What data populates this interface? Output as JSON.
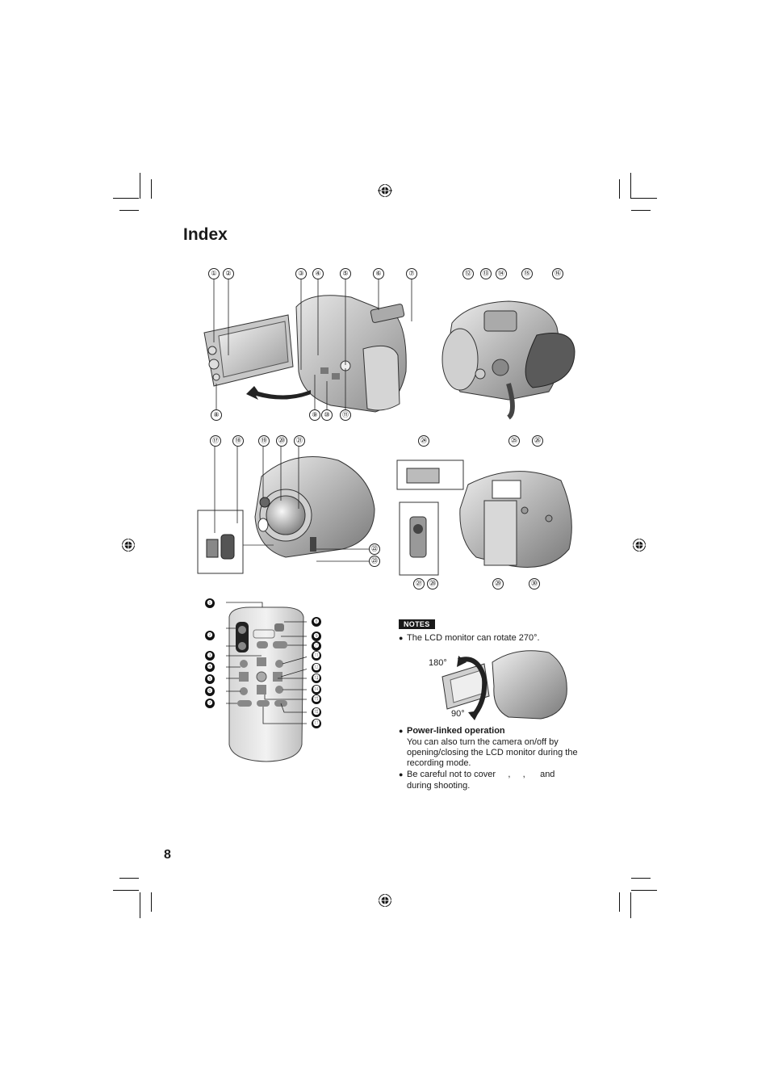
{
  "page": {
    "title": "Index",
    "page_number": "8"
  },
  "camera_top": {
    "labels_top": [
      "①",
      "②",
      "③",
      "④",
      "⑤",
      "⑥",
      "⑦"
    ],
    "labels_bottom": [
      "⑧",
      "⑨",
      "⑩",
      "⑪"
    ]
  },
  "camera_side": {
    "labels_top": [
      "⑫",
      "⑬",
      "⑭",
      "⑮",
      "⑯"
    ]
  },
  "camera_front": {
    "labels_top": [
      "⑰",
      "⑱",
      "⑲",
      "⑳",
      "㉑"
    ],
    "labels_right": [
      "㉒",
      "㉓"
    ]
  },
  "camera_bottom": {
    "labels_top": [
      "㉔",
      "㉕",
      "㉖"
    ],
    "labels_bottom": [
      "㉗",
      "㉘",
      "㉙",
      "㉚"
    ]
  },
  "remote": {
    "labels_left": [
      "❶",
      "❷",
      "❸",
      "❹",
      "❺",
      "❻",
      "❼"
    ],
    "labels_right": [
      "❽",
      "❾",
      "❿",
      "⓫",
      "⓬",
      "⓭",
      "⓮",
      "⓯",
      "⓰",
      "⓱"
    ]
  },
  "notes": {
    "tag": "NOTES",
    "items": [
      "The LCD monitor can rotate 270°.",
      "Power-linked operation",
      "You can also turn the camera on/off by",
      "opening/closing the LCD monitor during the",
      "recording mode.",
      "Be careful not to cover     ,     ,      and",
      "during shooting."
    ],
    "rotation_labels": [
      "180°",
      "90°"
    ]
  }
}
